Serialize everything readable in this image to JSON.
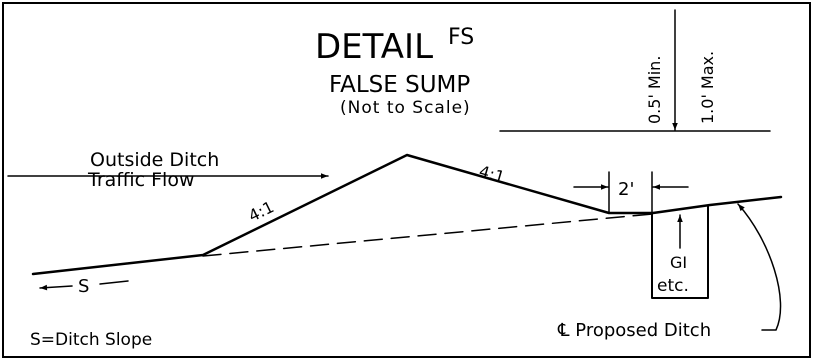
{
  "detail": {
    "title": "DETAIL",
    "code": "FS",
    "subtitle": "FALSE SUMP",
    "scale_note": "(Not to Scale)"
  },
  "depth": {
    "min": "0.5' Min.",
    "max": "1.0' Max."
  },
  "flow": {
    "line1": "Outside Ditch",
    "line2": "Traffic Flow"
  },
  "slopes": {
    "left": "4:1",
    "right": "4:1"
  },
  "width_dim": "2'",
  "inlet": {
    "line1": "GI",
    "line2": "etc."
  },
  "ditch_slope": {
    "symbol": "S",
    "legend": "S=Ditch Slope"
  },
  "centerline": {
    "label": "℄ Proposed Ditch"
  }
}
